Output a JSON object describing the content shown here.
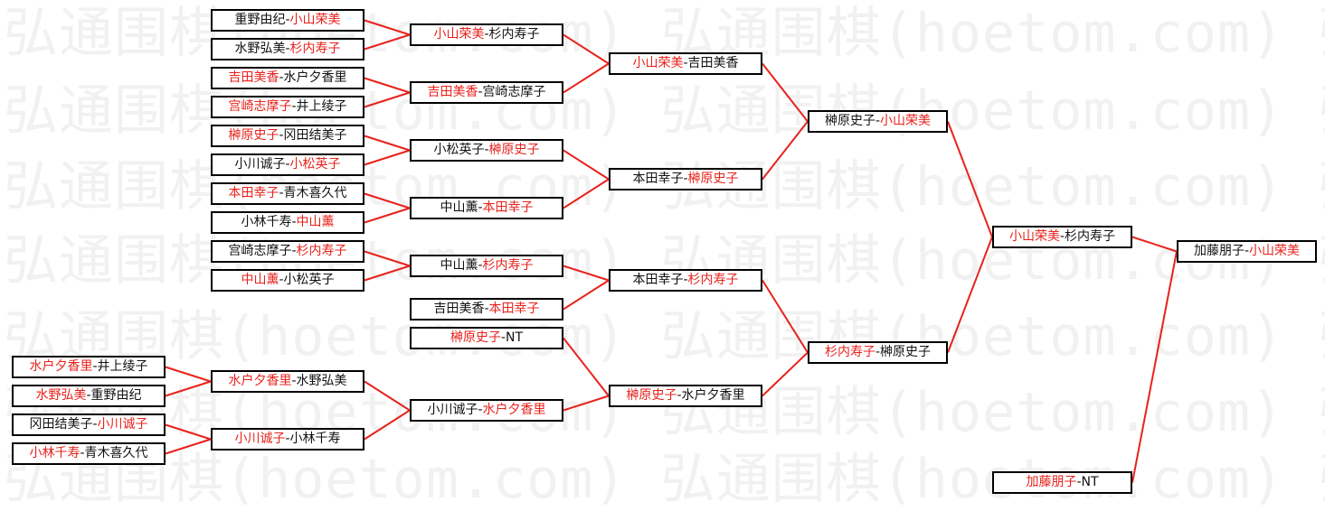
{
  "watermark": "弘通围棋(hoetom.com) 弘通围棋(hoetom.com) 弘通围棋(hoetom.com)",
  "colors": {
    "winner": "#e8221c",
    "line": "#e8221c",
    "border": "#000000"
  },
  "matches": [
    {
      "p1": "重野由纪",
      "p2": "小山荣美",
      "w": 2
    },
    {
      "p1": "水野弘美",
      "p2": "杉内寿子",
      "w": 2
    },
    {
      "p1": "吉田美香",
      "p2": "水户夕香里",
      "w": 1
    },
    {
      "p1": "宫崎志摩子",
      "p2": "井上绫子",
      "w": 1
    },
    {
      "p1": "榊原史子",
      "p2": "冈田结美子",
      "w": 1
    },
    {
      "p1": "小川诚子",
      "p2": "小松英子",
      "w": 2
    },
    {
      "p1": "本田幸子",
      "p2": "青木喜久代",
      "w": 1
    },
    {
      "p1": "小林千寿",
      "p2": "中山薰",
      "w": 2
    },
    {
      "p1": "宫崎志摩子",
      "p2": "杉内寿子",
      "w": 2
    },
    {
      "p1": "中山薰",
      "p2": "小松英子",
      "w": 1
    },
    {
      "p1": "水户夕香里",
      "p2": "井上绫子",
      "w": 1
    },
    {
      "p1": "水野弘美",
      "p2": "重野由纪",
      "w": 1
    },
    {
      "p1": "冈田结美子",
      "p2": "小川诚子",
      "w": 2
    },
    {
      "p1": "小林千寿",
      "p2": "青木喜久代",
      "w": 1
    },
    {
      "p1": "小山荣美",
      "p2": "杉内寿子",
      "w": 1
    },
    {
      "p1": "吉田美香",
      "p2": "宫崎志摩子",
      "w": 1
    },
    {
      "p1": "小松英子",
      "p2": "榊原史子",
      "w": 2
    },
    {
      "p1": "中山薰",
      "p2": "本田幸子",
      "w": 2
    },
    {
      "p1": "中山薰",
      "p2": "杉内寿子",
      "w": 2
    },
    {
      "p1": "吉田美香",
      "p2": "本田幸子",
      "w": 2
    },
    {
      "p1": "水户夕香里",
      "p2": "水野弘美",
      "w": 1
    },
    {
      "p1": "小川诚子",
      "p2": "小林千寿",
      "w": 1
    },
    {
      "p1": "榊原史子",
      "p2": "NT",
      "w": 1
    },
    {
      "p1": "小川诚子",
      "p2": "水户夕香里",
      "w": 2
    },
    {
      "p1": "小山荣美",
      "p2": "吉田美香",
      "w": 1
    },
    {
      "p1": "本田幸子",
      "p2": "榊原史子",
      "w": 2
    },
    {
      "p1": "本田幸子",
      "p2": "杉内寿子",
      "w": 2
    },
    {
      "p1": "榊原史子",
      "p2": "水户夕香里",
      "w": 1
    },
    {
      "p1": "榊原史子",
      "p2": "小山荣美",
      "w": 2
    },
    {
      "p1": "杉内寿子",
      "p2": "榊原史子",
      "w": 1
    },
    {
      "p1": "小山荣美",
      "p2": "杉内寿子",
      "w": 1
    },
    {
      "p1": "加藤朋子",
      "p2": "小山荣美",
      "w": 2
    },
    {
      "p1": "加藤朋子",
      "p2": "NT",
      "w": 1
    }
  ]
}
